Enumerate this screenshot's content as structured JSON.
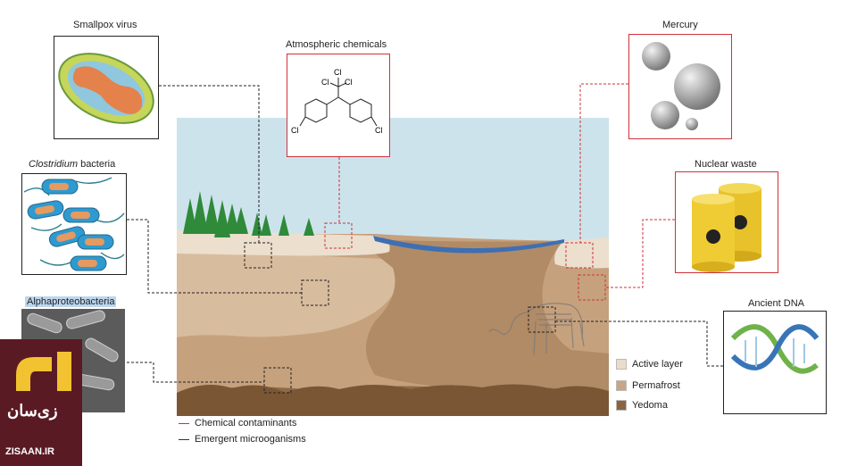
{
  "labels": {
    "smallpox": "Smallpox virus",
    "clostridium_italic": "Clostridium",
    "clostridium_rest": " bacteria",
    "alphaproteo": "Alphaproteobacteria",
    "atmospheric": "Atmospheric chemicals",
    "mercury": "Mercury",
    "nuclear": "Nuclear waste",
    "ancient_dna": "Ancient DNA"
  },
  "chemical": {
    "cl_top": "Cl",
    "cl_left": "Cl",
    "cl_right": "Cl",
    "cl_ring_left": "Cl",
    "cl_ring_right": "Cl"
  },
  "legend_bottom": {
    "chemical": "Chemical contaminants",
    "microorganisms": "Emergent microoganisms",
    "chemical_color": "#d0323a",
    "microorganisms_color": "#333333"
  },
  "legend_layers": [
    {
      "label": "Active layer",
      "color": "#e9dccb"
    },
    {
      "label": "Permafrost",
      "color": "#c9a584"
    },
    {
      "label": "Yedoma",
      "color": "#8a6440"
    }
  ],
  "logo": {
    "word": "زی‌سان",
    "url": "ZISAAN.IR"
  }
}
